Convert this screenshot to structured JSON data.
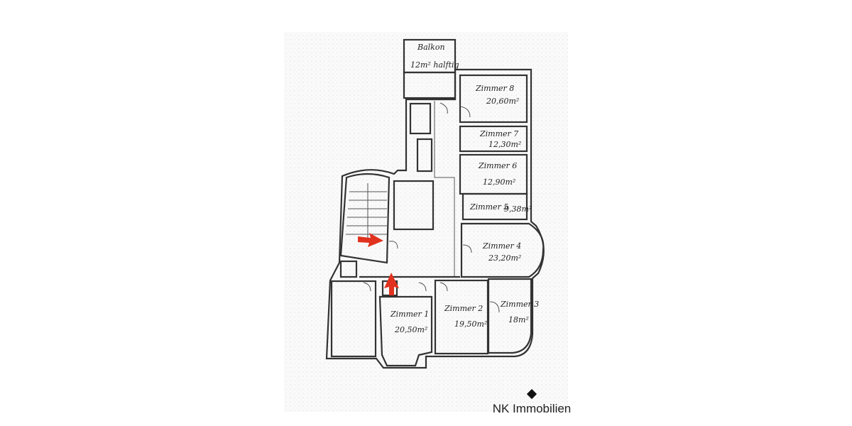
{
  "plan": {
    "balcony": {
      "label": "Balkon",
      "area": "12m² halftig"
    },
    "rooms": [
      {
        "name": "Zimmer 8",
        "area": "20,60m²"
      },
      {
        "name": "Zimmer 7",
        "area": "12,30m²"
      },
      {
        "name": "Zimmer 6",
        "area": "12,90m²"
      },
      {
        "name": "Zimmer 5",
        "area": "9,38m²"
      },
      {
        "name": "Zimmer 4",
        "area": "23,20m²"
      },
      {
        "name": "Zimmer 1",
        "area": "20,50m²"
      },
      {
        "name": "Zimmer 2",
        "area": "19,50m²"
      },
      {
        "name": "Zimmer 3",
        "area": "18m²"
      }
    ],
    "arrow_color": "#e0321e"
  },
  "brand": {
    "name": "NK Immobilien"
  }
}
